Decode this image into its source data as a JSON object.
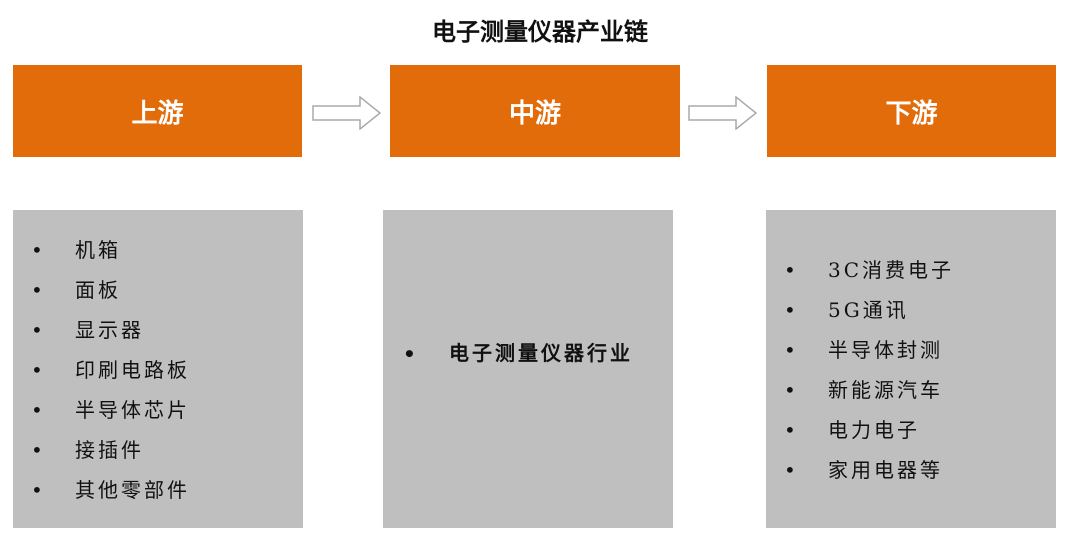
{
  "title": "电子测量仪器产业链",
  "colors": {
    "header": "#E36C0A",
    "box": "#BFBFBF"
  },
  "stages": [
    {
      "label": "上游",
      "items": [
        "机箱",
        "面板",
        "显示器",
        "印刷电路板",
        "半导体芯片",
        "接插件",
        "其他零部件"
      ]
    },
    {
      "label": "中游",
      "items": [
        "电子测量仪器行业"
      ]
    },
    {
      "label": "下游",
      "items": [
        "3C消费电子",
        "5G通讯",
        "半导体封测",
        "新能源汽车",
        "电力电子",
        "家用电器等"
      ]
    }
  ],
  "bullet": "•"
}
